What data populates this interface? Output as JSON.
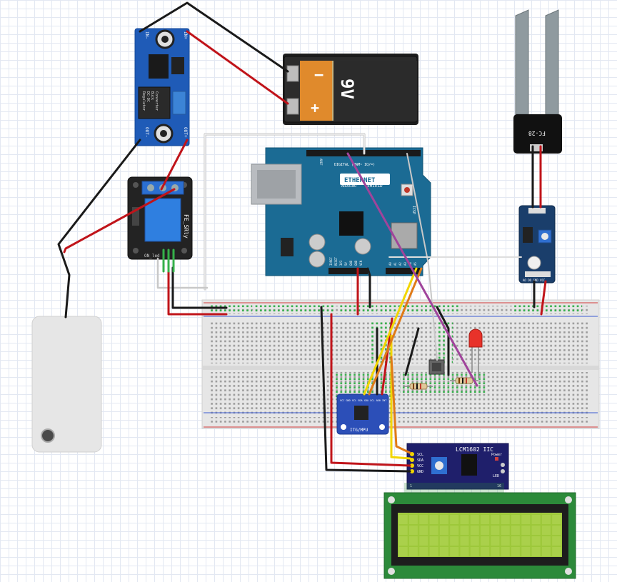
{
  "battery": {
    "voltage": "9V",
    "minus": "−",
    "plus": "+"
  },
  "buck": {
    "in_minus": "IN-",
    "in_plus": "IN+",
    "out_minus": "OUT-",
    "out_plus": "OUT+",
    "text": [
      "Regulator",
      "DC-DC",
      "Buck",
      "Converter"
    ]
  },
  "relay": {
    "name": "FE_SRly",
    "led": "ON_led"
  },
  "arduino": {
    "pins_top": "DIGITAL (PWM~ IO/=)",
    "aref": "AREF",
    "ethernet": "ETHERNET",
    "shield": "SHIELD",
    "brand": "ARDUINO",
    "icsp": "ICSP",
    "power_pins": [
      "IOREF",
      "RESET",
      "3V3",
      "5V",
      "GND",
      "GND",
      "VIN"
    ],
    "analog_pins": [
      "A0",
      "A1",
      "A2",
      "A3",
      "A4",
      "A5"
    ]
  },
  "soil": {
    "probe": "FC-28",
    "module_pins": "AO DO GND VCC"
  },
  "imu": {
    "label": "ITG/MPU",
    "pins": "VCC GND SCL SDA XDA XCL AD0 INT"
  },
  "lcd": {
    "title": "LCM1602 IIC",
    "pins": [
      "SCL",
      "SDA",
      "VCC",
      "GND"
    ],
    "power": "Power",
    "led": "LED",
    "count": "16",
    "one": "1"
  },
  "colors": {
    "breadboard": "#e6e6e6",
    "arduino": "#1b6b94",
    "buck": "#1f5bb7",
    "relay": "#232323",
    "lcd_board": "#2c8a3a",
    "lcd_screen": "#9dc83a",
    "wire_red": "#c0141a",
    "wire_black": "#1a1a1a",
    "wire_yellow": "#f2d600",
    "wire_orange": "#e07b18",
    "wire_purple": "#a0449b",
    "wire_white": "#d8d8d8"
  }
}
